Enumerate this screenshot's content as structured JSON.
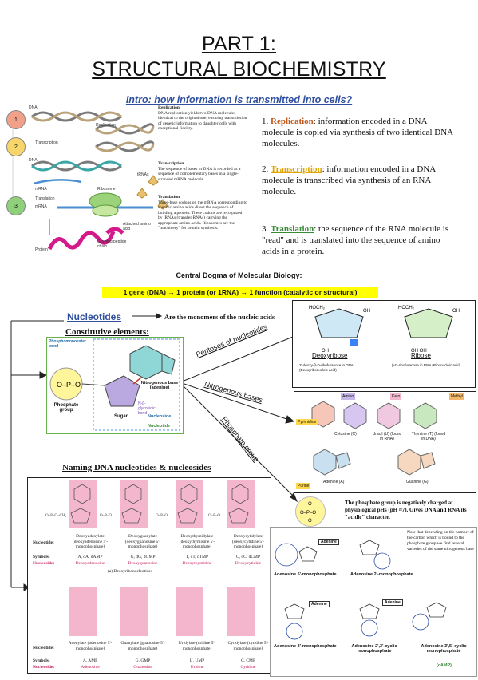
{
  "header": {
    "title_line1": "PART 1:",
    "title_line2": "STRUCTURAL BIOCHEMISTRY",
    "intro": "Intro: how information is transmitted into cells?"
  },
  "flow_figure": {
    "circles": [
      "1",
      "2",
      "3"
    ],
    "labels": {
      "dna1": "DNA",
      "replication": "Replication",
      "transcription": "Transcription",
      "dna2": "DNA",
      "mrna": "mRNA",
      "translation": "Translation",
      "mrna2": "mRNA",
      "ribosome": "Ribosome",
      "trnas": "tRNAs",
      "attached": "Attached amino acid",
      "growing": "Growing peptide chain",
      "protein": "Protein"
    },
    "notes": [
      {
        "head": "Replication",
        "body": "DNA replication yields two DNA molecules identical to the original one, ensuring transmission of genetic information to daughter cells with exceptional fidelity."
      },
      {
        "head": "Transcription",
        "body": "The sequence of bases in DNA is recorded as a sequence of complementary bases in a single-stranded mRNA molecule."
      },
      {
        "head": "Translation",
        "body": "Three-base codons on the mRNA corresponding to specific amino acids direct the sequence of building a protein. These codons are recognized by tRNAs (transfer RNAs) carrying the appropriate amino acids. Ribosomes are the \"machinery\" for protein synthesis."
      }
    ]
  },
  "steps": [
    {
      "num": "1.",
      "kw": "Replication",
      "kw_color": "#c0581d",
      "text": ": information encoded in a DNA molecule is copied via synthesis of two identical DNA molecules."
    },
    {
      "num": "2.",
      "kw": "Transcription",
      "kw_color": "#e0a400",
      "text": ": information encoded in a DNA molecule is transcribed via synthesis of an RNA molecule."
    },
    {
      "num": "3.",
      "kw": "Translation",
      "kw_color": "#3a8a3a",
      "text": ": the sequence of the RNA molecule is \"read\" and is translated into the sequence of amino acids in a protein."
    }
  ],
  "dogma": {
    "title": "Central Dogma of Molecular Biology:",
    "banner": "1 gene (DNA) → 1 protein (or 1RNA) → 1 function (catalytic or structural)",
    "banner_color": "#ffff00"
  },
  "nucleotides": {
    "heading": "Nucleotides",
    "desc": "Are the monomers of the nucleic acids",
    "constitutive": "Constitutive elements:",
    "labels": {
      "phosphoester": "Phosphomonoester bond",
      "phosphate_group": "Phosphate group",
      "sugar": "Sugar",
      "base": "Nitrogenous base (adenine)",
      "glycosidic": "N-β-glycosidic bond",
      "nucleoside": "Nucleoside",
      "nucleotide": "Nucleotide"
    }
  },
  "branches": {
    "pentoses": "Pentoses of nucleotides",
    "bases": "Nitrogenous bases",
    "phosphate": "Phosphate group"
  },
  "pentoses_box": {
    "deoxyribose": "Deoxyribose",
    "ribose": "Ribose",
    "note_left": "2'-deoxy-β-D-ribofuranose in DNA (Deoxyribonucleic acid)",
    "note_right": "β-D-ribofuranose in RNA (Ribonucleic acid)"
  },
  "bases_box": {
    "amino": "Amino",
    "keto": "Keto",
    "methyl": "Methyl",
    "pyrimidine": "Pyrimidine",
    "purine": "Purine",
    "cytosine": "Cytosine (C)",
    "uracil": "Uracil (U) (found in RNA)",
    "thymine": "Thymine (T) (found in DNA)",
    "adenine": "Adenine (A)",
    "guanine": "Guanine (G)"
  },
  "naming": {
    "title": "Naming DNA nucleotides & nucleosides",
    "row1_caption": "(a) Deoxyribonucleotides",
    "row1": [
      {
        "name": "Deoxyadenylate (deoxyadenosine 5'-monophosphate)",
        "symbol": "A, dA, dAMP",
        "nucleoside": "Deoxyadenosine"
      },
      {
        "name": "Deoxyguanylate (deoxyguanosine 5'-monophosphate)",
        "symbol": "G, dG, dGMP",
        "nucleoside": "Deoxyguanosine"
      },
      {
        "name": "Deoxythymidylate (deoxythymidine 5'-monophosphate)",
        "symbol": "T, dT, dTMP",
        "nucleoside": "Deoxythymidine"
      },
      {
        "name": "Deoxycytidylate (deoxycytidine 5'-monophosphate)",
        "symbol": "C, dC, dCMP",
        "nucleoside": "Deoxycytidine"
      }
    ],
    "row2": [
      {
        "name": "Adenylate (adenosine 5'-monophosphate)",
        "symbol": "A, AMP",
        "nucleoside": "Adenosine"
      },
      {
        "name": "Guanylate (guanosine 5'-monophosphate)",
        "symbol": "G, GMP",
        "nucleoside": "Guanosine"
      },
      {
        "name": "Uridylate (uridine 5'-monophosphate)",
        "symbol": "U, UMP",
        "nucleoside": "Uridine"
      },
      {
        "name": "Cytidylate (cytidine 5'-monophosphate)",
        "symbol": "C, CMP",
        "nucleoside": "Cytidine"
      }
    ],
    "row_labels": {
      "nucleotide": "Nucleotide:",
      "symbols": "Symbols:",
      "nucleoside": "Nucleoside:"
    }
  },
  "phosphate_section": {
    "text": "The phosphate group is negatively charged at physiological pHs (pH ≈7). Gives DNA and RNA its \"acidic\" character.",
    "note": "Note that depending on the number of the carbon which is bound to the phosphate group we find several varieties of the same nitrogenous base",
    "labels": {
      "adenine": "Adenine",
      "amp5": "Adenosine 5'-monophosphate",
      "amp2": "Adenosine 2'-monophosphate",
      "amp3": "Adenosine 3'-monophosphate",
      "cyclic23": "Adenosine 2',3'-cyclic monophosphate",
      "cyclic35": "Adenosine 3',5'-cyclic monophosphate",
      "camp": "(cAMP)"
    }
  }
}
